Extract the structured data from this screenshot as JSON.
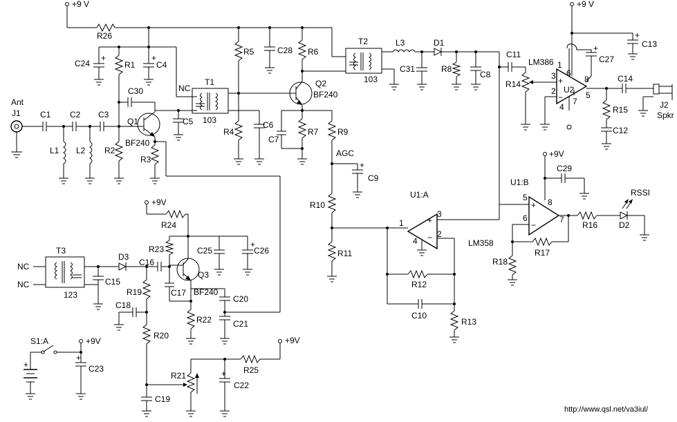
{
  "power": {
    "v9": "+9 V",
    "v9b": "+9V"
  },
  "connectors": {
    "ant": "Ant",
    "j1": "J1",
    "j2": "J2",
    "spkr": "Spkr",
    "nc": "NC"
  },
  "labels": {
    "R1": "R1",
    "R2": "R2",
    "R3": "R3",
    "R4": "R4",
    "R5": "R5",
    "R6": "R6",
    "R7": "R7",
    "R8": "R8",
    "R9": "R9",
    "R10": "R10",
    "R11": "R11",
    "R12": "R12",
    "R13": "R13",
    "R14": "R14",
    "R15": "R15",
    "R16": "R16",
    "R17": "R17",
    "R18": "R18",
    "R19": "R19",
    "R20": "R20",
    "R21": "R21",
    "R22": "R22",
    "R23": "R23",
    "R24": "R24",
    "R25": "R25",
    "R26": "R26",
    "C1": "C1",
    "C2": "C2",
    "C3": "C3",
    "C4": "C4",
    "C5": "C5",
    "C6": "C6",
    "C7": "C7",
    "C8": "C8",
    "C9": "C9",
    "C10": "C10",
    "C11": "C11",
    "C12": "C12",
    "C13": "C13",
    "C14": "C14",
    "C15": "C15",
    "C16": "C16",
    "C17": "C17",
    "C18": "C18",
    "C19": "C19",
    "C20": "C20",
    "C21": "C21",
    "C22": "C22",
    "C23": "C23",
    "C24": "C24",
    "C25": "C25",
    "C26": "C26",
    "C27": "C27",
    "C28": "C28",
    "C29": "C29",
    "C30": "C30",
    "C31": "C31",
    "L1": "L1",
    "L2": "L2",
    "L3": "L3",
    "Q1": "Q1",
    "Q2": "Q2",
    "Q3": "Q3",
    "bf240": "BF240",
    "T1": "T1",
    "T2": "T2",
    "T3": "T3",
    "t103": "103",
    "t123": "123",
    "D1": "D1",
    "D2": "D2",
    "D3": "D3",
    "U1A": "U1:A",
    "U1B": "U1:B",
    "U2": "U2",
    "LM386": "LM386",
    "LM358": "LM358",
    "AGC": "AGC",
    "RSSI": "RSSI",
    "S1A": "S1:A",
    "pin1": "1",
    "pin2": "2",
    "pin3": "3",
    "pin4": "4",
    "pin5": "5",
    "pin6": "6",
    "pin7": "7",
    "pin8": "8",
    "plus": "+",
    "minus": "−"
  },
  "footer": {
    "url": "http://www.qsl.net/va3iul/"
  }
}
